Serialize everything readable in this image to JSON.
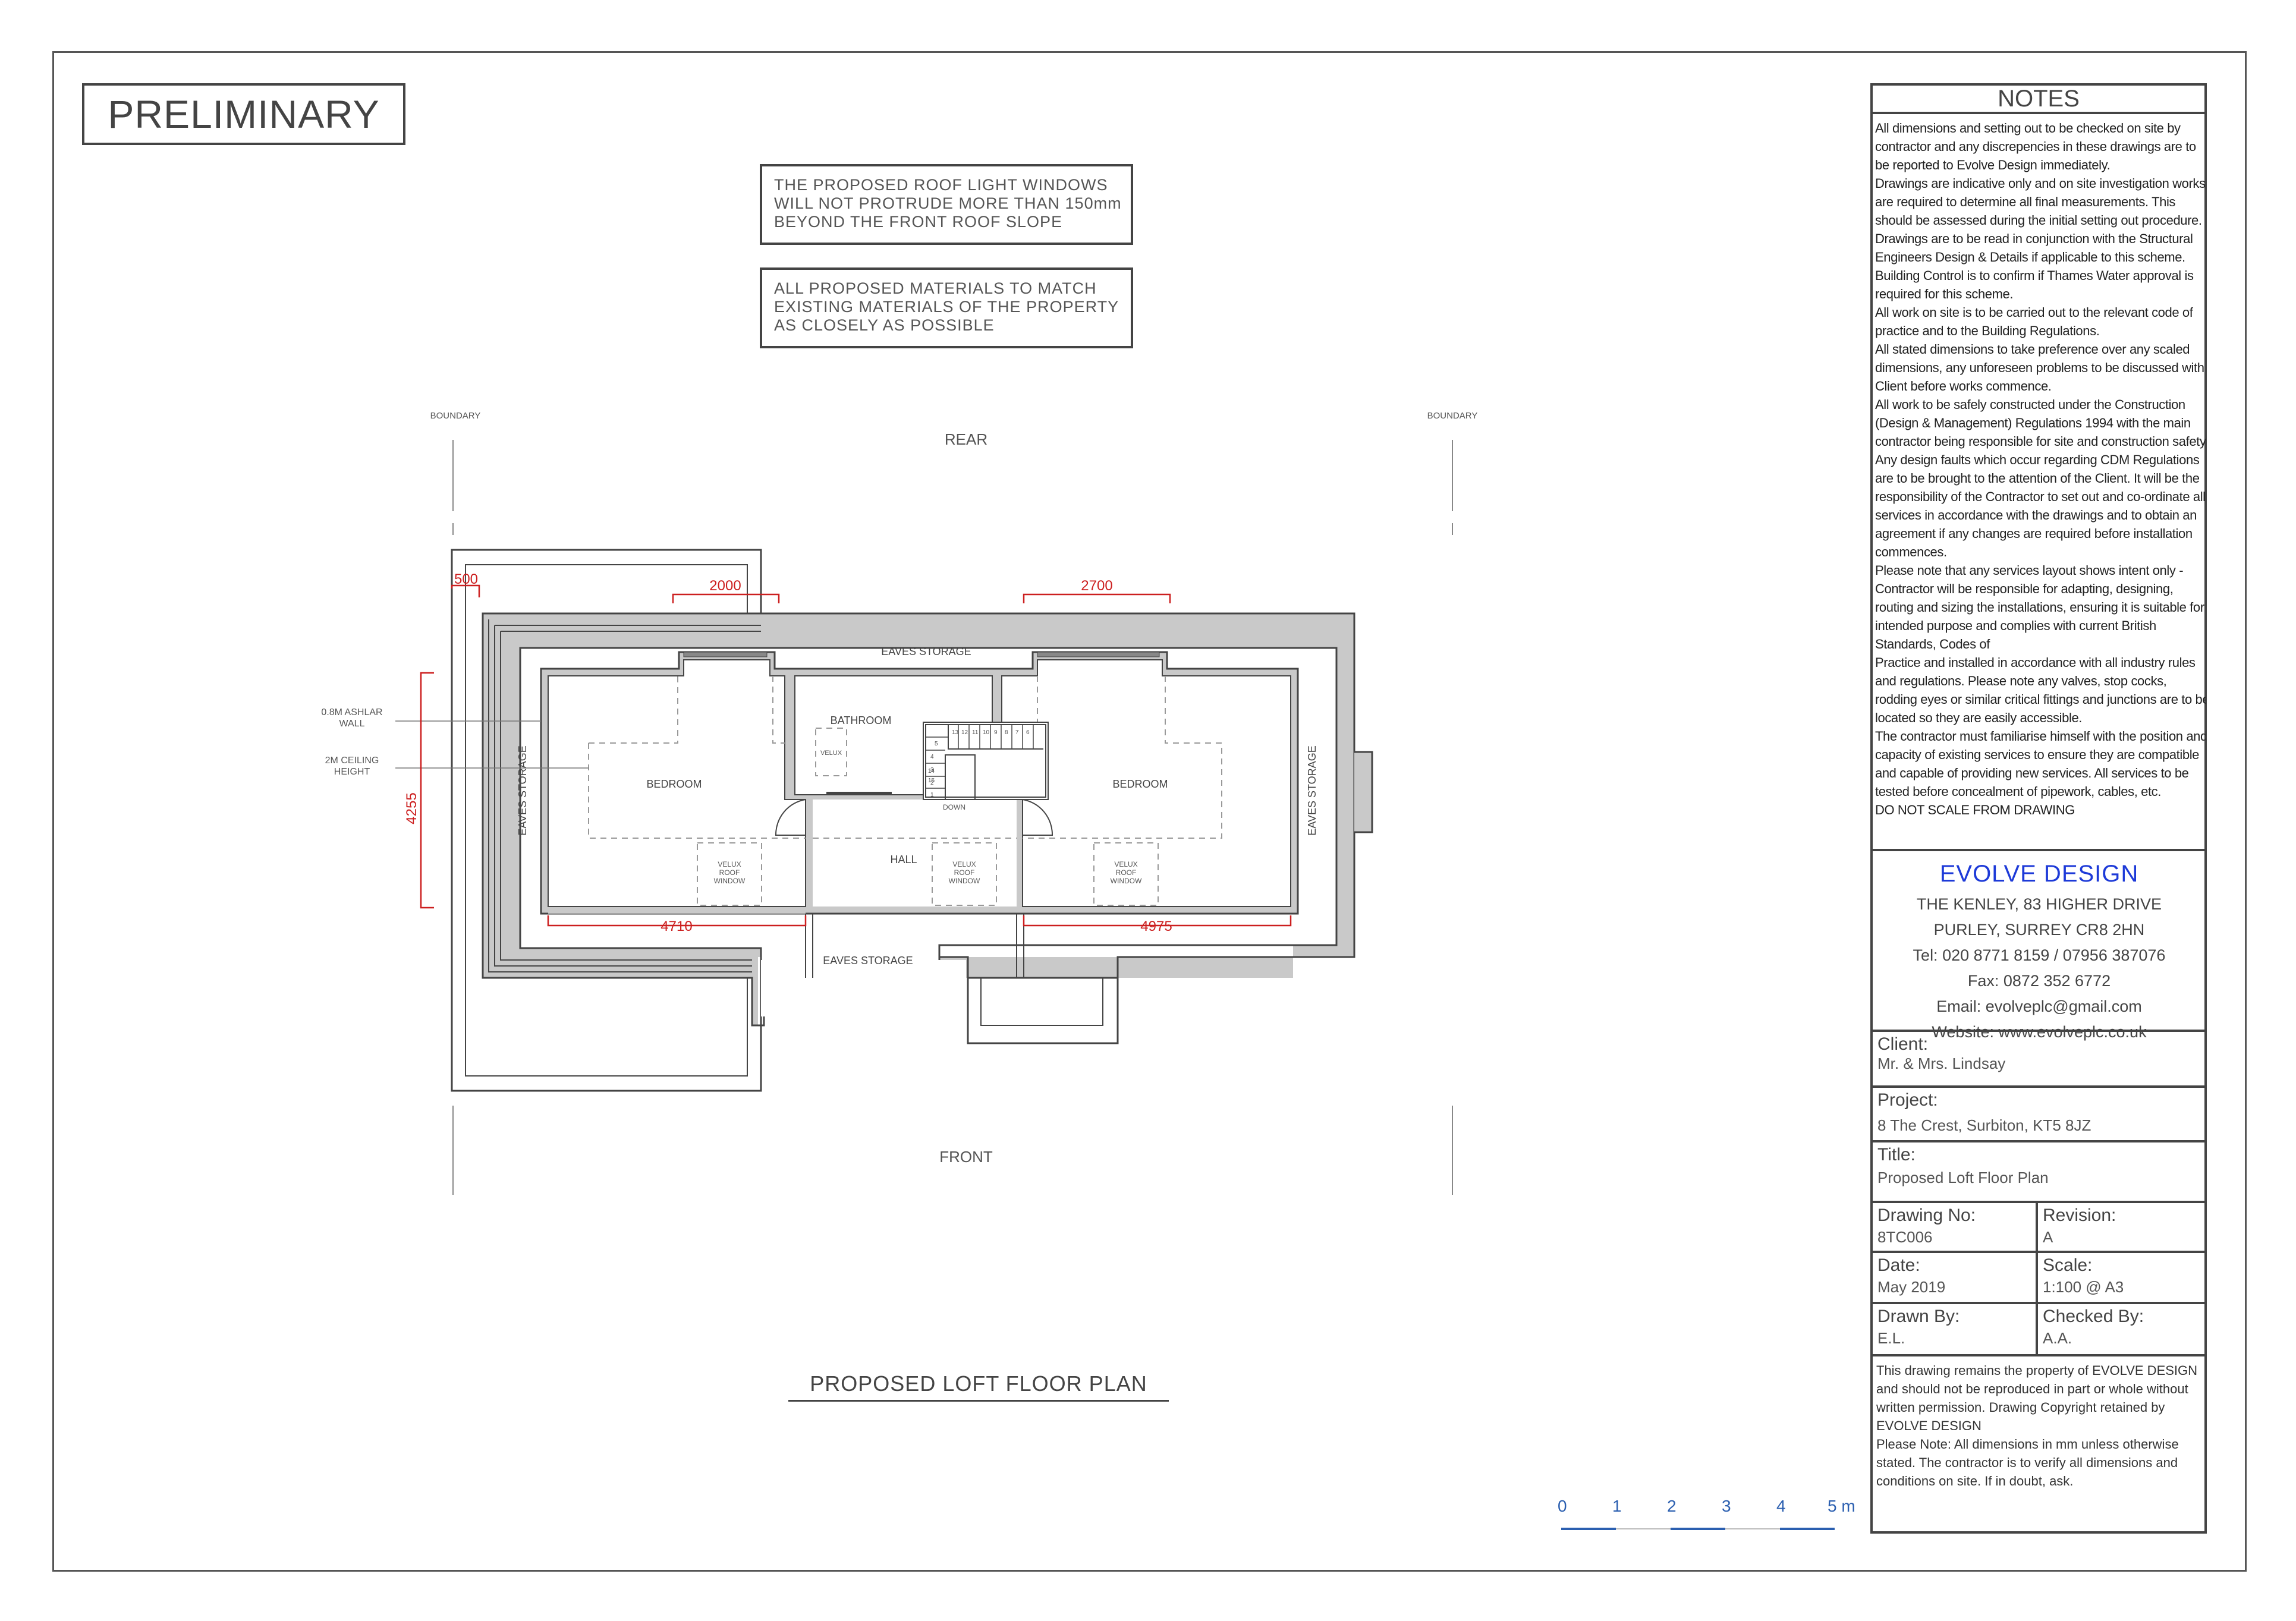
{
  "stamp": "PRELIMINARY",
  "notes_boxes": [
    [
      "THE PROPOSED ROOF LIGHT WINDOWS",
      "WILL NOT PROTRUDE MORE THAN 150mm",
      "BEYOND THE FRONT ROOF SLOPE"
    ],
    [
      "ALL PROPOSED MATERIALS TO MATCH",
      "EXISTING MATERIALS OF THE PROPERTY",
      "AS CLOSELY AS POSSIBLE"
    ]
  ],
  "plan": {
    "boundary_left": "BOUNDARY",
    "boundary_right": "BOUNDARY",
    "rear": "REAR",
    "front": "FRONT",
    "ashlar_line1": "0.8M ASHLAR",
    "ashlar_line2": "WALL",
    "ceiling_line1": "2M CEILING",
    "ceiling_line2": "HEIGHT",
    "dim_500": "500",
    "dim_2000": "2000",
    "dim_2700": "2700",
    "dim_4255": "4255",
    "dim_4710": "4710",
    "dim_4975": "4975",
    "eaves_top": "EAVES STORAGE",
    "eaves_bottom": "EAVES STORAGE",
    "eaves_left": "EAVES STORAGE",
    "eaves_right": "EAVES STORAGE",
    "bathroom": "BATHROOM",
    "bedroom_left": "BEDROOM",
    "bedroom_right": "BEDROOM",
    "hall": "HALL",
    "down": "DOWN",
    "velux_small": "VELUX",
    "velux_1": "VELUX",
    "velux_2": "ROOF",
    "velux_3": "WINDOW",
    "stair_steps": [
      "13",
      "12",
      "11",
      "10",
      "9",
      "8",
      "7",
      "6",
      "5",
      "4",
      "3",
      "2",
      "1",
      "14",
      "15"
    ]
  },
  "plan_title": "PROPOSED LOFT FLOOR PLAN",
  "scale_bar": [
    "0",
    "1",
    "2",
    "3",
    "4",
    "5 m"
  ],
  "title_block": {
    "notes_heading": "NOTES",
    "notes_lines": [
      "All dimensions and setting out to be checked on site by",
      "contractor and any discrepencies in these drawings are to",
      "be reported to Evolve Design immediately.",
      "Drawings are indicative only and on site investigation works",
      "are required to determine all final measurements. This",
      "should be assessed during the initial setting out procedure.",
      "Drawings are to be read in conjunction with the Structural",
      "Engineers Design & Details if applicable to this scheme.",
      "Building Control is to confirm if Thames Water approval is",
      "required for this scheme.",
      "All work on site is to be carried out to the relevant code of",
      "practice and to the Building Regulations.",
      "All stated dimensions to take preference over any scaled",
      "dimensions, any unforeseen problems to be discussed with",
      "Client before works commence.",
      "All work to be safely constructed under the Construction",
      "(Design & Management) Regulations 1994 with the main",
      "contractor being responsible for site and construction safety.",
      "Any design faults which occur regarding CDM Regulations",
      "are to be brought to the attention of the Client. It will be the",
      "responsibility of the Contractor to set out and co-ordinate all",
      "services in accordance with the drawings and to obtain an",
      "agreement if any changes are required before installation",
      "commences.",
      "Please note that any services layout shows intent only -",
      "Contractor will be responsible for adapting, designing,",
      "routing and sizing the installations, ensuring it is suitable for",
      "intended purpose and complies with current British",
      "Standards, Codes of",
      "Practice and installed in accordance with all industry rules",
      "and regulations. Please note any valves, stop cocks,",
      "rodding eyes or similar critical fittings and junctions are to be",
      "located so they are easily accessible.",
      "The contractor must familiarise himself with the position and",
      "capacity of existing services to ensure they are compatible",
      "and capable of providing new  services. All services to be",
      "tested before concealment of pipework, cables, etc.",
      "DO NOT SCALE FROM DRAWING"
    ],
    "company": "EVOLVE DESIGN",
    "address1": "THE KENLEY, 83 HIGHER DRIVE",
    "address2": "PURLEY, SURREY CR8 2HN",
    "tel": "Tel: 020 8771 8159 / 07956 387076",
    "fax": "Fax: 0872 352 6772",
    "email": "Email: evolveplc@gmail.com",
    "website": "Website: www.evolveplc.co.uk",
    "client_label": "Client:",
    "client": "Mr. & Mrs. Lindsay",
    "project_label": "Project:",
    "project": "8 The Crest, Surbiton, KT5 8JZ",
    "title_label": "Title:",
    "title": "Proposed Loft Floor Plan",
    "drawing_no_label": "Drawing No:",
    "drawing_no": "8TC006",
    "revision_label": "Revision:",
    "revision": "A",
    "date_label": "Date:",
    "date": "May 2019",
    "scale_label": "Scale:",
    "scale": "1:100 @ A3",
    "drawn_by_label": "Drawn By:",
    "drawn_by": "E.L.",
    "checked_by_label": "Checked By:",
    "checked_by": "A.A.",
    "footer_lines": [
      "This drawing remains the property of EVOLVE DESIGN",
      "and should not be reproduced in part or whole without",
      "written permission. Drawing Copyright retained by",
      "EVOLVE DESIGN",
      "Please Note: All dimensions in mm unless otherwise",
      "stated. The contractor is to verify all dimensions and",
      "conditions on site. If in doubt, ask."
    ]
  },
  "colors": {
    "dimension": "#cc1f1f",
    "brand": "#1d3ad8",
    "scale_bar": "#2b5fb0",
    "wall_fill": "#c9c9c9"
  }
}
